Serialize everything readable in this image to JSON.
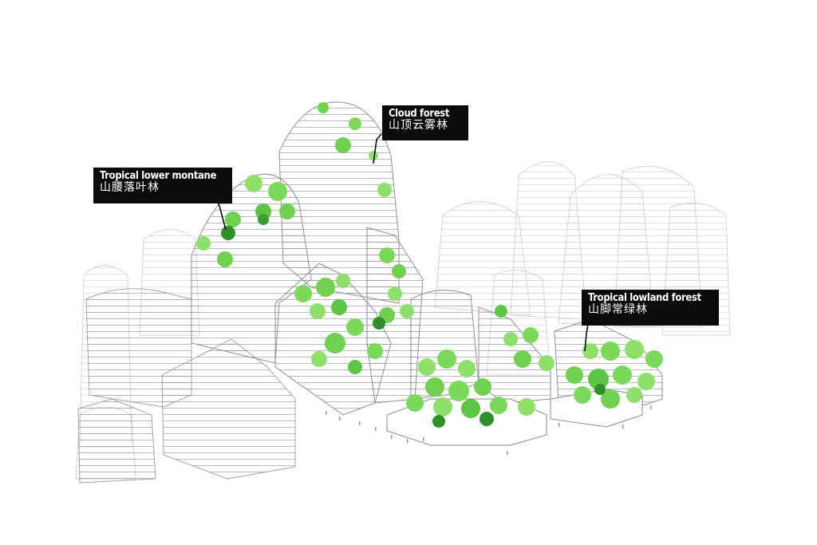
{
  "labels": {
    "cloud_forest": {
      "en": "Cloud forest",
      "zh": "山顶云雾林"
    },
    "tropical_lower_montane": {
      "en": "Tropical lower montane",
      "zh": "山腰落叶林"
    },
    "tropical_lowland_forest": {
      "en": "Tropical lowland forest",
      "zh": "山脚常绿林"
    }
  },
  "colors": {
    "callout_bg": "#0b0b0b",
    "callout_text": "#ffffff",
    "building_line": "#9a9a9a",
    "background_line": "#d2d2d2",
    "foliage_light": "#8fe06b",
    "foliage_mid": "#5bc544",
    "foliage_dark": "#2f8f2a"
  }
}
